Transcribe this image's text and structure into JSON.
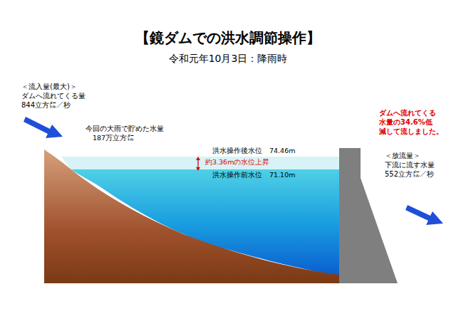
{
  "diagram": {
    "title": "【鏡ダムでの洪水調節操作】",
    "labels": [
      "令和元年10月3日：降雨時",
      "＜流入量(最大)＞",
      "ダムへ流れてくる量",
      "844立方㍍／秒",
      "今回の大雨で貯めた水量",
      "187万立方㍍",
      "洪水操作後水位　74.46m",
      "約3.36mの水位上昇",
      "洪水操作前水位　71.10m",
      "ダムへ流れてくる",
      "水量の34.6%低",
      "減して流しました。",
      "＜放流量＞",
      "下流に流す水量",
      "552立方㍍／秒"
    ]
  }
}
